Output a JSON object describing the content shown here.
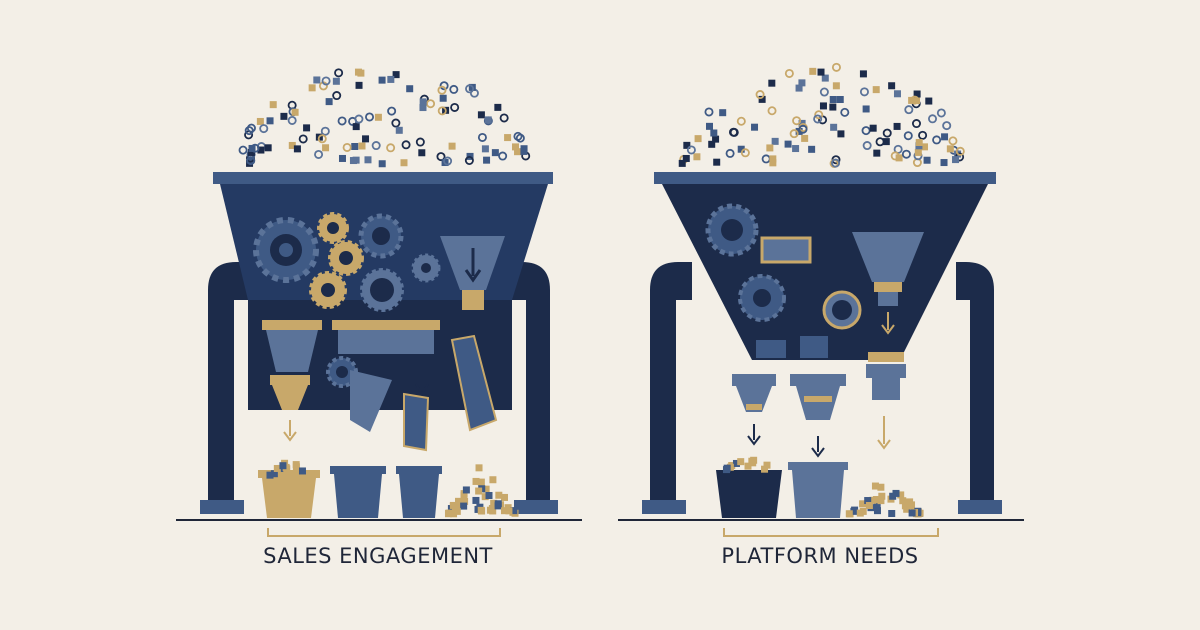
{
  "machines": [
    {
      "id": "left",
      "label": "SALES ENGAGEMENT",
      "outputs": [
        "gold-bin",
        "blue-bin",
        "blue-bin",
        "gold-pile"
      ]
    },
    {
      "id": "right",
      "label": "PLATFORM NEEDS",
      "outputs": [
        "dark-bin",
        "grey-bin",
        "gold-pile"
      ]
    }
  ],
  "colors": {
    "background": "#f3efe7",
    "navy": "#1c2b4a",
    "slate": "#3f5a85",
    "steel": "#5b7399",
    "gold": "#c8a86a",
    "ink": "#1f2638"
  }
}
